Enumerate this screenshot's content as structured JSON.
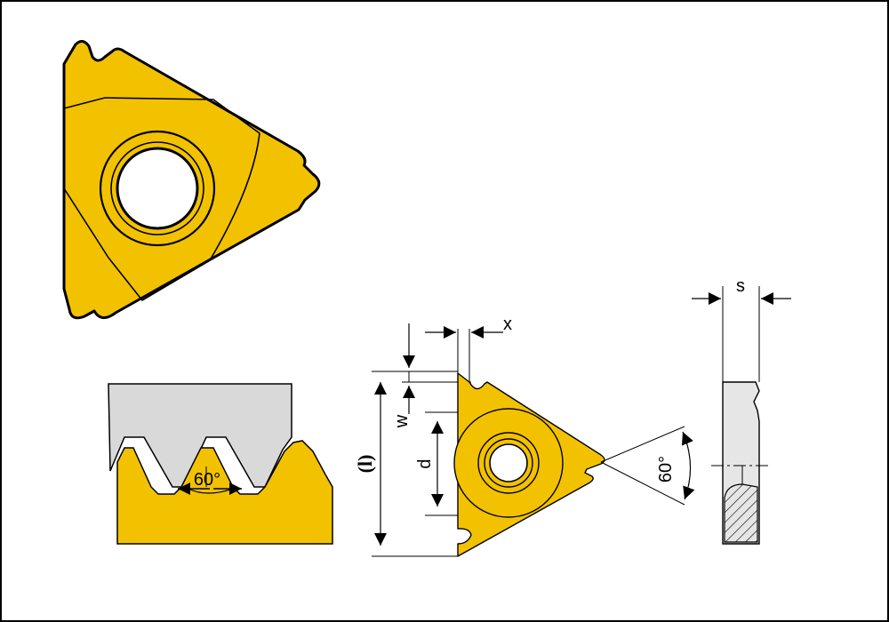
{
  "colors": {
    "insert_fill": "#f2c200",
    "workpiece_fill": "#d9d9d9",
    "outline": "#000000",
    "background": "#ffffff"
  },
  "labels": {
    "angle_thread": "60°",
    "angle_insert": "60°",
    "dim_x": "x",
    "dim_w": "w",
    "dim_l": "(l)",
    "dim_d": "d",
    "dim_s": "s"
  }
}
